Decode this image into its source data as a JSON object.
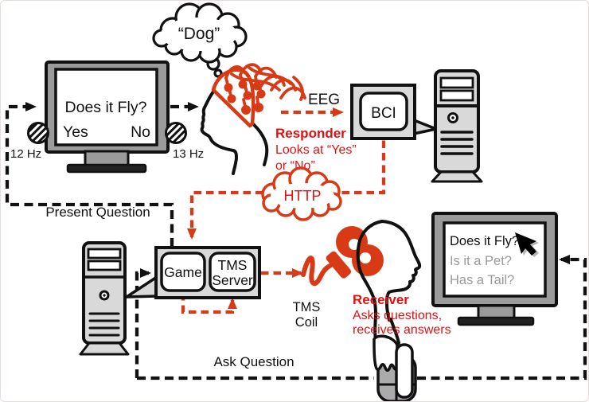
{
  "stimulus_monitor": {
    "question": "Does it Fly?",
    "yes": "Yes",
    "no": "No",
    "left_freq": "12 Hz",
    "right_freq": "13 Hz"
  },
  "thought_bubble": {
    "text": "“Dog”"
  },
  "labels": {
    "eeg": "EEG",
    "bci": "BCI",
    "http": "HTTP",
    "present_question": "Present Question",
    "ask_question": "Ask Question",
    "game": "Game",
    "tms_server_line1": "TMS",
    "tms_server_line2": "Server",
    "tms_coil_line1": "TMS",
    "tms_coil_line2": "Coil"
  },
  "responder": {
    "title": "Responder",
    "desc_line1": "Looks at “Yes”",
    "desc_line2": "or “No”"
  },
  "receiver": {
    "title": "Receiver",
    "desc_line1": "Asks questions,",
    "desc_line2": "receives answers"
  },
  "receiver_monitor": {
    "question1": "Does it Fly?",
    "question2": "Is it a Pet?",
    "question3": "Has a Tail?"
  },
  "colors": {
    "accent_red": "#d83a16",
    "text_red": "#e01111",
    "monitor_bezel_gray": "#9b9b9b",
    "device_gray": "#d9d9d9",
    "muted_text_gray": "#9a9a9a",
    "ink": "#111111"
  }
}
